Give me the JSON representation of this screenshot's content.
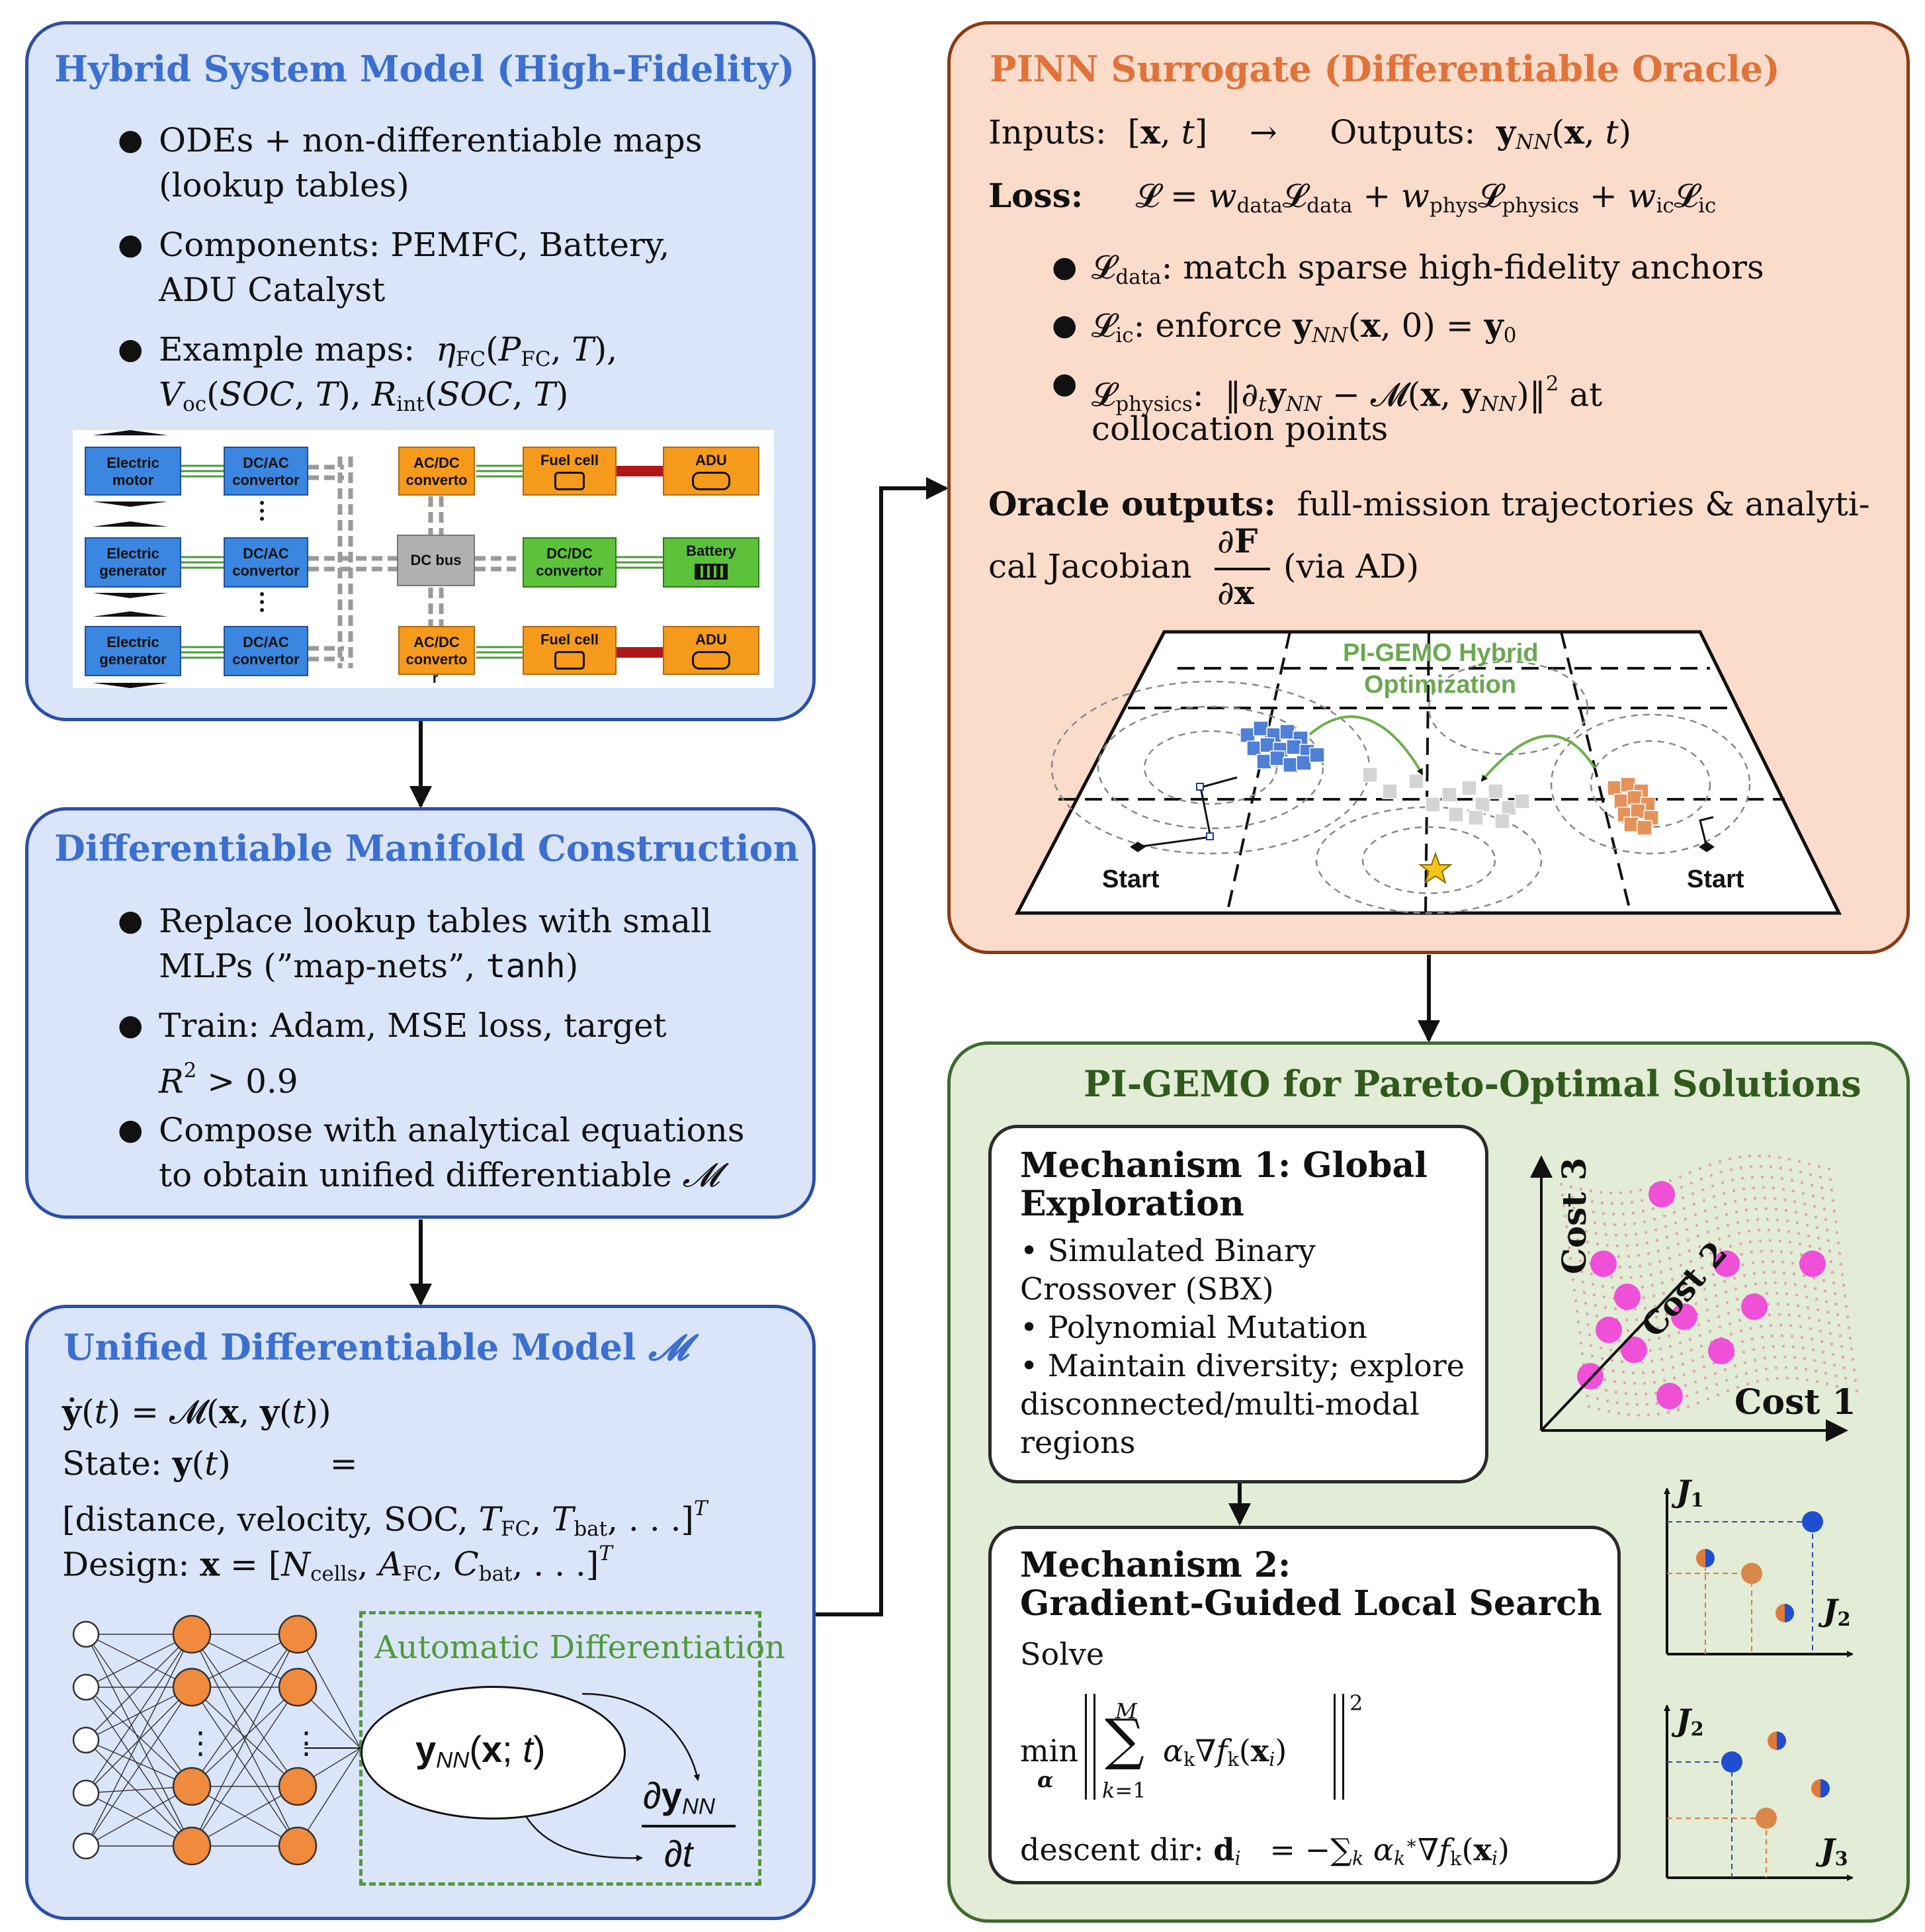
{
  "hybrid": {
    "title": "Hybrid System Model (High-Fidelity)",
    "b1_l1": "ODEs + non-differentiable maps",
    "b1_l2": "(lookup tables)",
    "b2_l1": "Components:  PEMFC, Battery,",
    "b2_l2": "ADU Catalyst",
    "b3_prefix": "Example maps:",
    "schematic": {
      "electric_motor": "Electric motor",
      "electric_generator": "Electric generator",
      "dc_ac_convertor": "DC/AC convertor",
      "ac_dc_convertor": "AC/DC converto",
      "ac_dc_convertor_r": "r",
      "dc_bus": "DC bus",
      "dc_dc_convertor": "DC/DC convertor",
      "fuel_cell": "Fuel cell",
      "adu": "ADU",
      "battery": "Battery"
    }
  },
  "manifold": {
    "title": "Differentiable Manifold Construction",
    "b1_l1": "Replace lookup tables with small",
    "b1_l2a": "MLPs (”map-nets”, ",
    "b1_l2b": "tanh",
    "b1_l2c": ")",
    "b2_l1": "Train:  Adam, MSE loss, target",
    "b3_l1": "Compose with analytical equations",
    "b3_l2": "to obtain unified differentiable"
  },
  "unified": {
    "title": "Unified Differentiable Model",
    "state_label": "State:",
    "state_l2_a": "[distance, velocity, SOC, ",
    "design_label": "Design:",
    "auto_diff": "Automatic Differentiation"
  },
  "pinn": {
    "title": "PINN Surrogate (Differentiable Oracle)",
    "inputs_label": "Inputs:",
    "outputs_label": "Outputs:",
    "loss_label": "Loss:",
    "data_desc": ":  match sparse high-fidelity anchors",
    "ic_desc": ":  enforce",
    "phys_tail": "at",
    "phys_l2": "collocation points",
    "oracle_label": "Oracle outputs:",
    "oracle_l1": "full-mission trajectories & analyti-",
    "oracle_l2a": "cal Jacobian",
    "oracle_l2b": "(via AD)",
    "landscape_label_1": "PI-GEMO Hybrid",
    "landscape_label_2": "Optimization",
    "start_left": "Start",
    "start_right": "Start"
  },
  "pigemo": {
    "title": "PI-GEMO for Pareto-Optimal Solutions",
    "m1_title_1": "Mechanism 1:  Global",
    "m1_title_2": "Exploration",
    "m1_l1": "• Simulated Binary",
    "m1_l2": "Crossover (SBX)",
    "m1_l3": "• Polynomial Mutation",
    "m1_l4": "• Maintain diversity; explore",
    "m1_l5": "disconnected/multi-modal",
    "m1_l6": "regions",
    "m2_title_1": "Mechanism 2:",
    "m2_title_2": "Gradient-Guided Local Search",
    "m2_solve": "Solve",
    "m2_descent": "descent dir:",
    "cost1": "Cost 1",
    "cost2": "Cost 2",
    "cost3": "Cost 3"
  },
  "colors": {
    "blue_panel": "#dbe5f9",
    "orange_panel": "#fbdccb",
    "green_panel": "#e3ecd6",
    "title_blue": "#3b6fd0",
    "title_orange": "#e0733a",
    "title_green": "#2f5a1c",
    "component_blue": "#3a86e0",
    "component_orange": "#f59a1b",
    "component_green": "#5cc23a",
    "component_gray": "#b0b0b0",
    "neuron_orange": "#f08a3c",
    "pareto_magenta": "#f04fd8"
  }
}
